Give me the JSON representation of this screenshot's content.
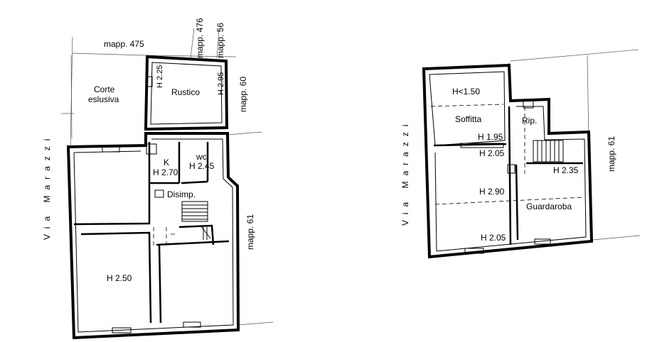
{
  "ground_floor": {
    "parcels": {
      "mapp_475": "mapp. 475",
      "mapp_476": "mapp. 476",
      "mapp_56": "mapp. 56",
      "mapp_60": "mapp. 60",
      "mapp_61": "mapp. 61"
    },
    "street": "Via Marazzi",
    "rooms": {
      "corte_line1": "Corte",
      "corte_line2": "eslusiva",
      "rustico": "Rustico",
      "rustico_h_left": "H 2.25",
      "rustico_h_right": "H 2.95",
      "k_label": "K",
      "k_height": "H 2.70",
      "wc_label": "wc",
      "wc_height": "H 2.45",
      "disimp": "Disimp.",
      "big_room_height": "H 2.50"
    }
  },
  "first_floor": {
    "street": "Via Marazzi",
    "parcel_61": "mapp. 61",
    "rooms": {
      "h_under": "H<1.50",
      "soffitta": "Soffitta",
      "rip": "Rip.",
      "h_195": "H 1.95",
      "h_205_top": "H 2.05",
      "h_235": "H 2.35",
      "h_290": "H 2.90",
      "guardaroba": "Guardaroba",
      "h_205_bottom": "H 2.05"
    }
  }
}
